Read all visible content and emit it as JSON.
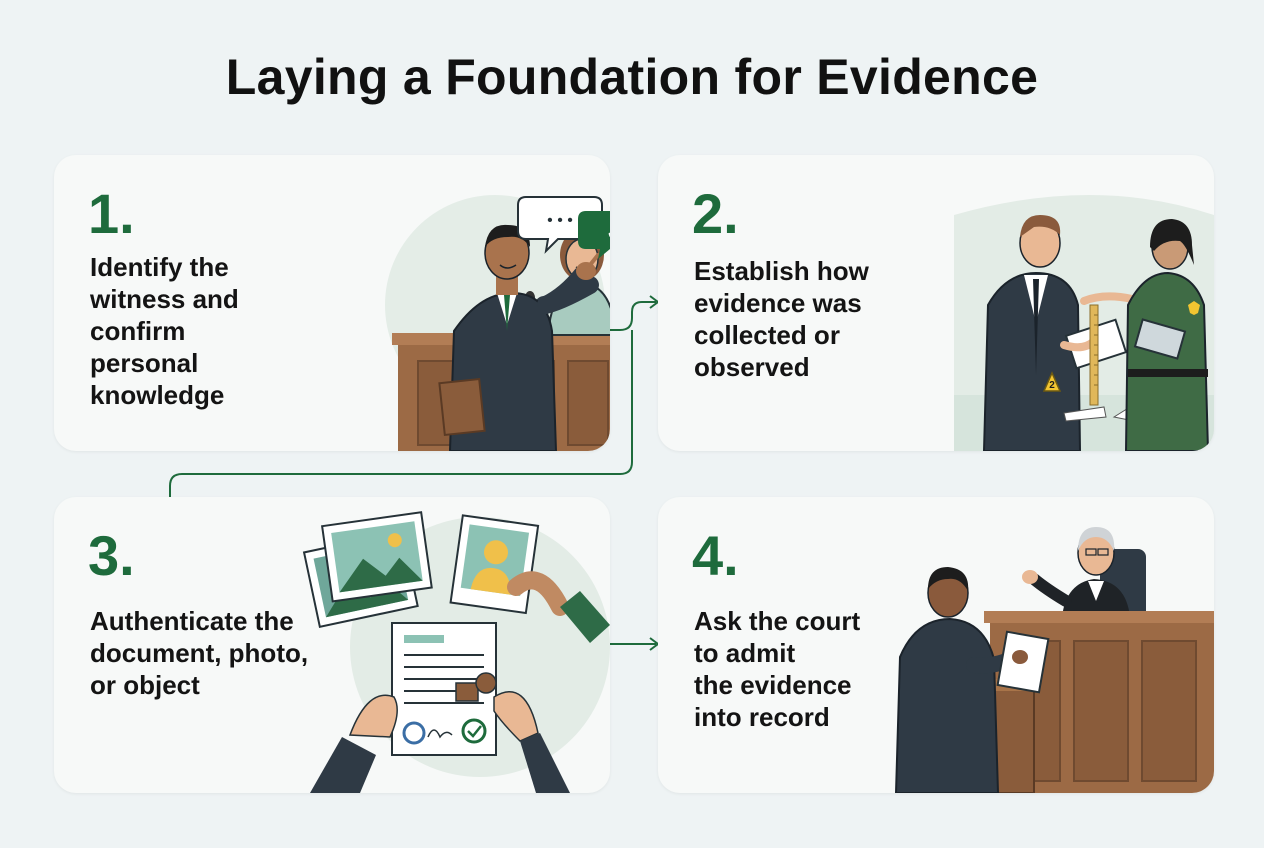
{
  "title": "Laying a Foundation for Evidence",
  "steps": [
    {
      "number": "1.",
      "lines": [
        "Identify the",
        "witness and",
        "confirm",
        "personal",
        "knowledge"
      ]
    },
    {
      "number": "2.",
      "lines": [
        "Establish how",
        "evidence was",
        "collected or",
        "observed"
      ]
    },
    {
      "number": "3.",
      "lines": [
        "Authenticate the",
        "document, photo,",
        "or object"
      ]
    },
    {
      "number": "4.",
      "lines": [
        "Ask the court",
        "to admit",
        "the evidence",
        "into record"
      ]
    }
  ],
  "illustration_glyphs": {
    "speech_dots": "• • •",
    "checkmark": "✓",
    "evidence_marker": "2"
  },
  "colors": {
    "accent_green": "#1e6b3c",
    "title": "#111111",
    "card_bg": "#f7f9f8",
    "page_bg": "#eef3f4",
    "suit": "#2f3a45",
    "wood": "#9c6a45"
  }
}
